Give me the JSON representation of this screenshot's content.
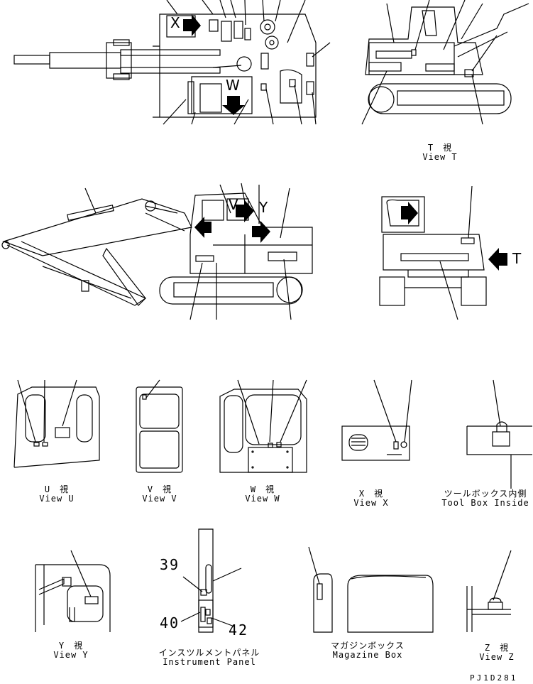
{
  "views": {
    "t": {
      "jp": "T　視",
      "en": "View T"
    },
    "u": {
      "jp": "U　視",
      "en": "View U"
    },
    "v": {
      "jp": "V　視",
      "en": "View V"
    },
    "w": {
      "jp": "W　視",
      "en": "View W"
    },
    "x": {
      "jp": "X　視",
      "en": "View X"
    },
    "toolbox": {
      "jp": "ツールボックス内側",
      "en": "Tool Box Inside"
    },
    "y": {
      "jp": "Y　視",
      "en": "View Y"
    },
    "panel": {
      "jp": "インスツルメントパネル",
      "en": "Instrument Panel"
    },
    "magazine": {
      "jp": "マガジンボックス",
      "en": "Magazine Box"
    },
    "z": {
      "jp": "Z　視",
      "en": "View Z"
    }
  },
  "markers": {
    "x": "X",
    "w": "W",
    "v": "V",
    "y": "Y",
    "t": "T"
  },
  "callouts": {
    "n39": "39",
    "n40": "40",
    "n42": "42"
  },
  "drawing_code": "PJ1D281"
}
